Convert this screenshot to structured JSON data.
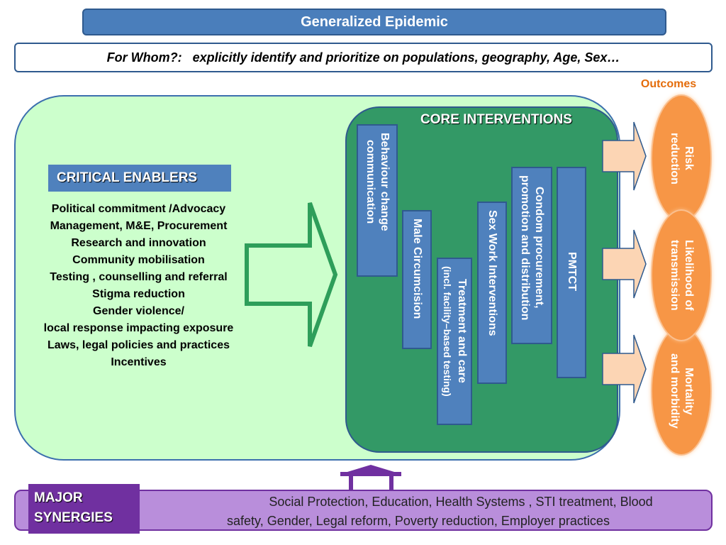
{
  "header": {
    "title": "Generalized Epidemic",
    "for_whom": "For Whom?:   explicitly identify and prioritize on populations, geography, Age, Sex…"
  },
  "outcomes_label": "Outcomes",
  "critical_enablers": {
    "title": "CRITICAL ENABLERS",
    "items": [
      "Political commitment /Advocacy",
      "Management, M&E, Procurement",
      "Research and innovation",
      "Community mobilisation",
      "Testing , counselling and referral",
      "Stigma reduction",
      "Gender violence/",
      "local response impacting exposure",
      "Laws, legal policies and practices",
      "Incentives"
    ]
  },
  "core_interventions": {
    "title": "CORE INTERVENTIONS",
    "items": [
      {
        "line1": "Behaviour change",
        "line2": "communication"
      },
      {
        "line1": "Male Circumcision",
        "line2": ""
      },
      {
        "line1": "Treatment and care",
        "line2": "(incl. facility–based testing)"
      },
      {
        "line1": "Sex Work Interventions",
        "line2": ""
      },
      {
        "line1": "Condom procurement,",
        "line2": "promotion and distribution"
      },
      {
        "line1": "PMTCT",
        "line2": ""
      }
    ]
  },
  "outcomes": [
    {
      "line1": "Risk",
      "line2": "reduction"
    },
    {
      "line1": "Likelihood of",
      "line2": "transmission"
    },
    {
      "line1": "Mortality",
      "line2": "and morbidity"
    }
  ],
  "major_synergies": {
    "title_line1": "MAJOR",
    "title_line2": "SYNERGIES",
    "text_line1": "Social Protection, Education, Health Systems , STI treatment, Blood",
    "text_line2": "safety, Gender, Legal reform, Poverty reduction, Employer practices"
  },
  "colors": {
    "title_blue": "#4a7ebb",
    "enabler_panel": "#ccffcc",
    "core_panel": "#339966",
    "intervention_blue": "#4f81bd",
    "outcome_orange": "#f79646",
    "synergy_purple": "#7030a0",
    "synergy_bar": "#b98edb"
  }
}
